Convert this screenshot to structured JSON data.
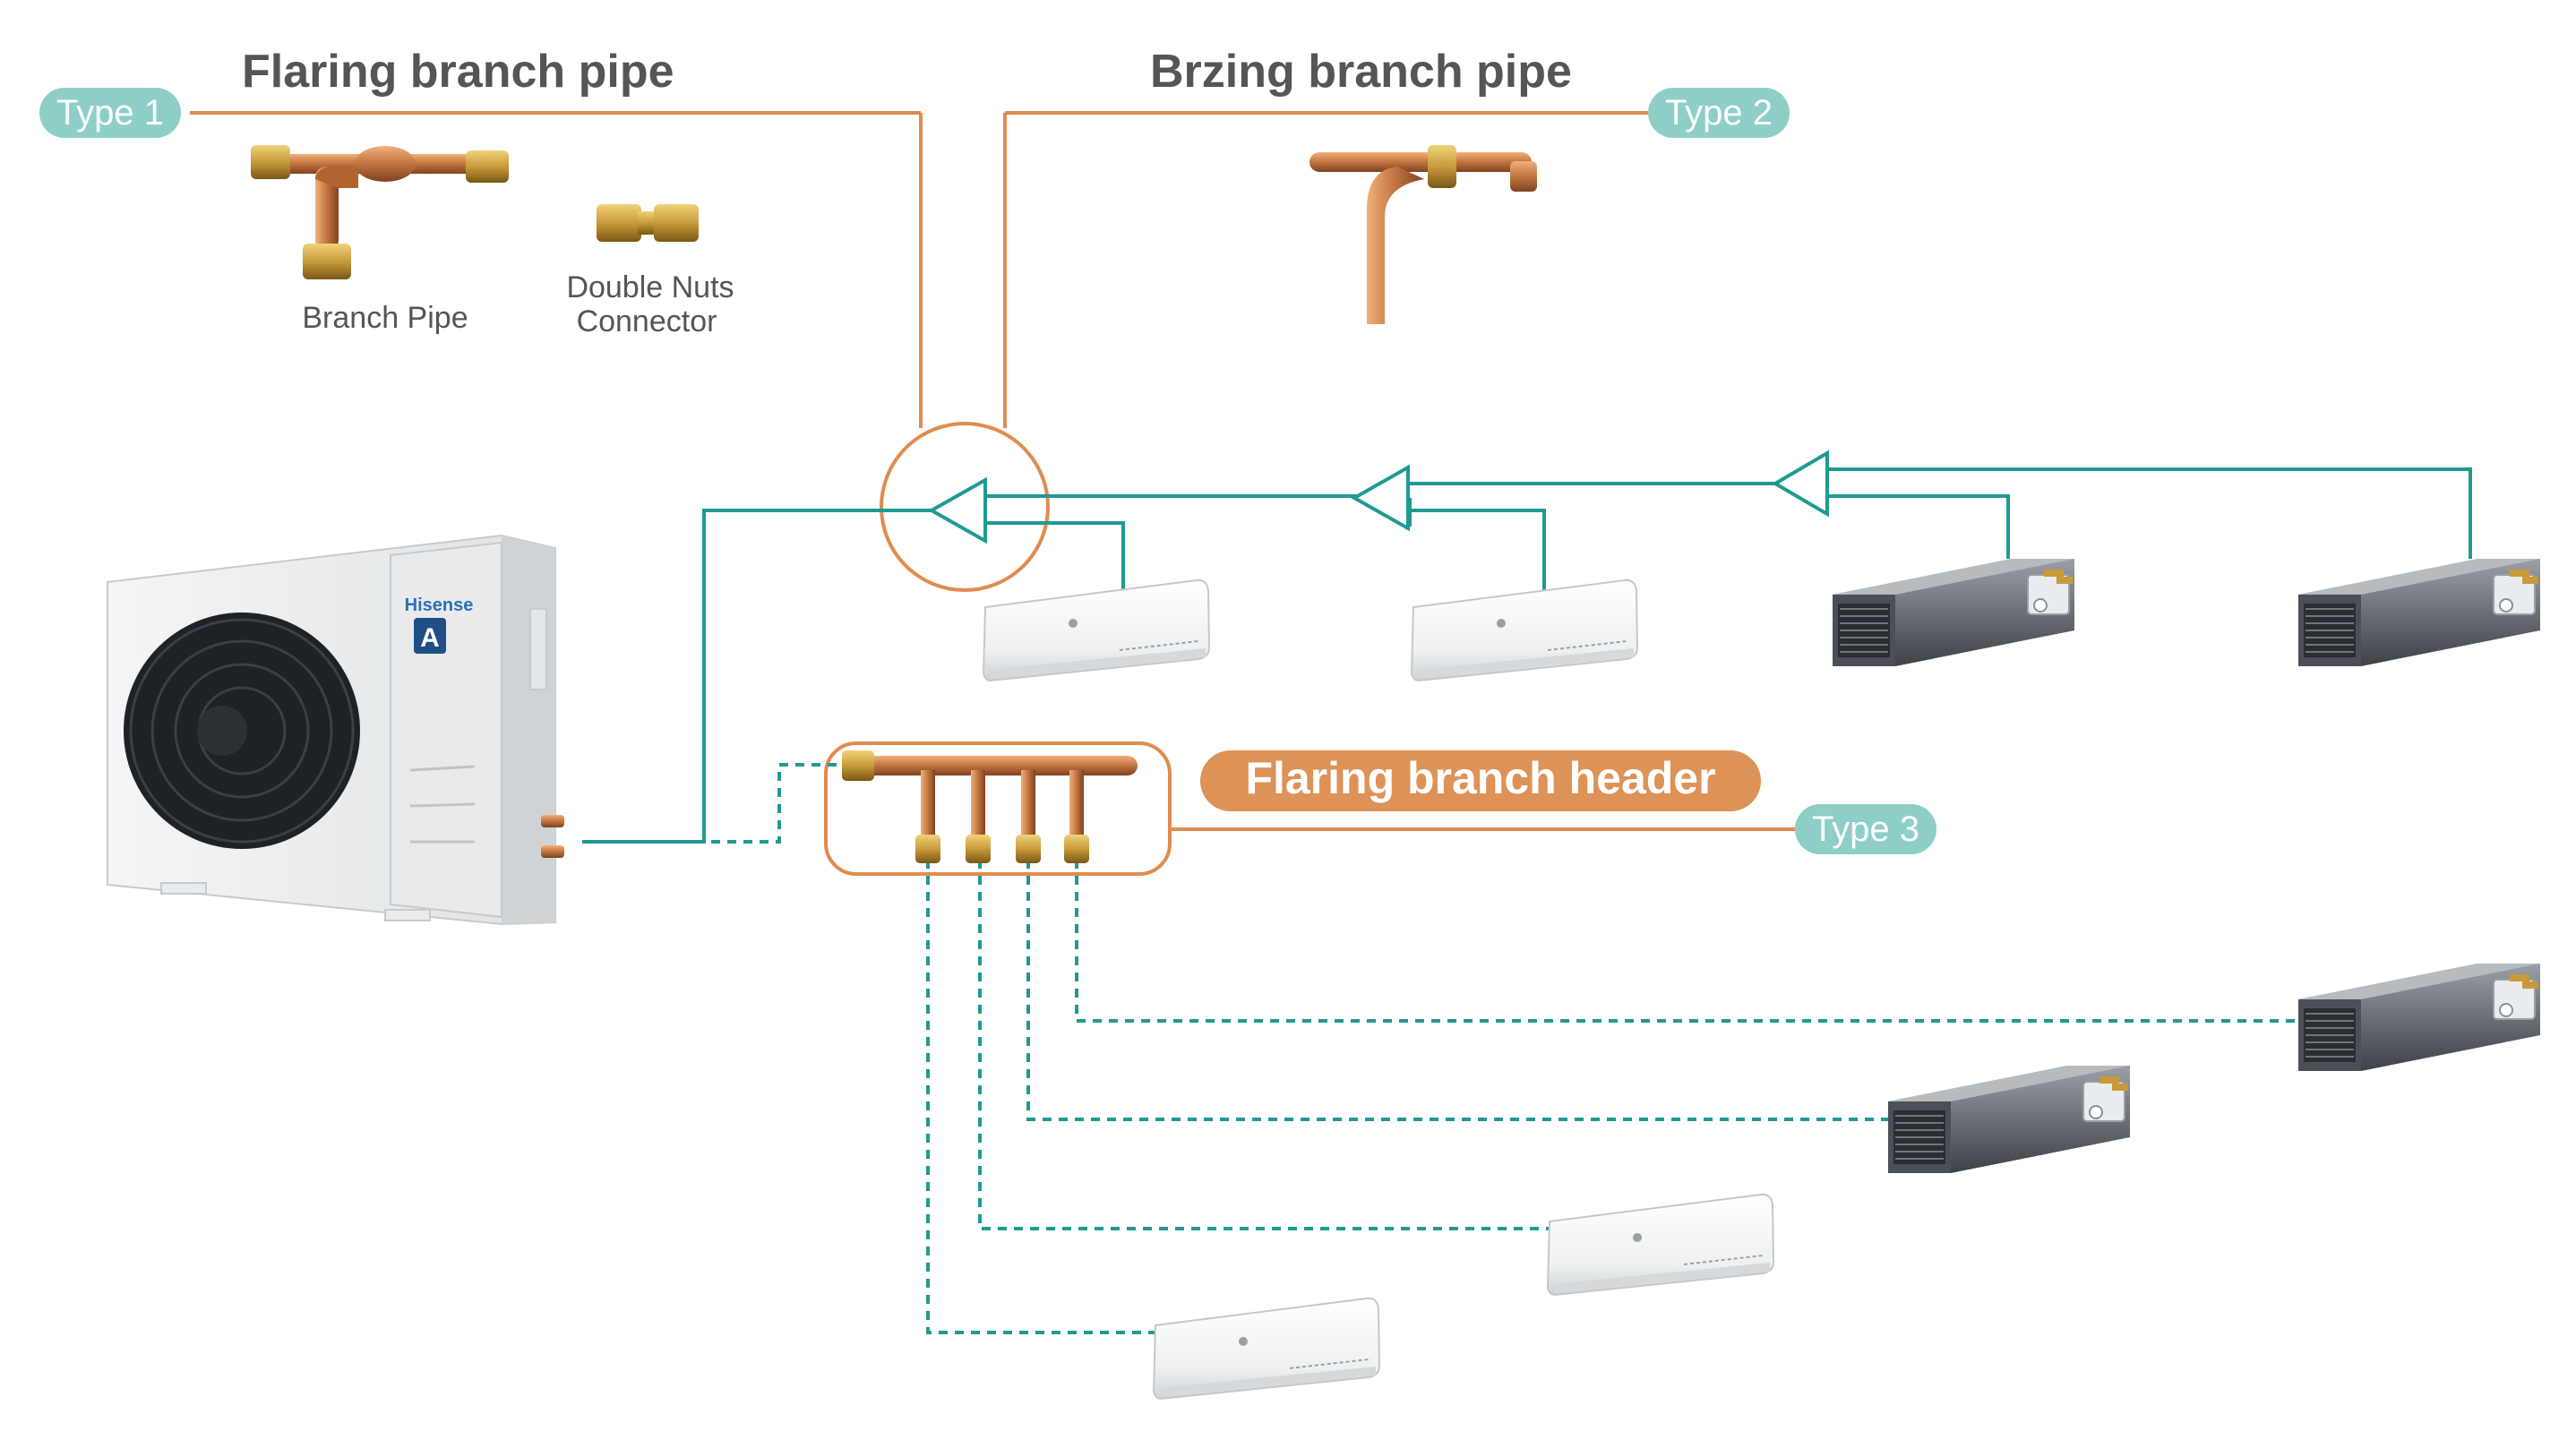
{
  "titles": {
    "type1_heading": "Flaring branch pipe",
    "type2_heading": "Brzing branch pipe",
    "type3_heading": "Flaring branch header"
  },
  "badges": {
    "type1": "Type 1",
    "type2": "Type 2",
    "type3": "Type 3"
  },
  "parts": {
    "branch_pipe_label": "Branch Pipe",
    "double_nuts_line1": "Double Nuts",
    "double_nuts_line2": "Connector"
  },
  "outdoor_unit": {
    "brand": "Hisense",
    "logo_letter": "A"
  },
  "colors": {
    "teal_line": "#1f9a93",
    "badge_fill": "#8dcfc7",
    "orange_line": "#e08b4f",
    "header_pill": "#dd9257",
    "heading_text": "#555555",
    "copper": "#c1743f",
    "brass": "#c89a3a"
  },
  "icons": {
    "outdoor_unit": "outdoor-unit-icon",
    "wall_unit": "wall-mounted-indoor-unit-icon",
    "duct_unit": "ducted-indoor-unit-icon"
  }
}
